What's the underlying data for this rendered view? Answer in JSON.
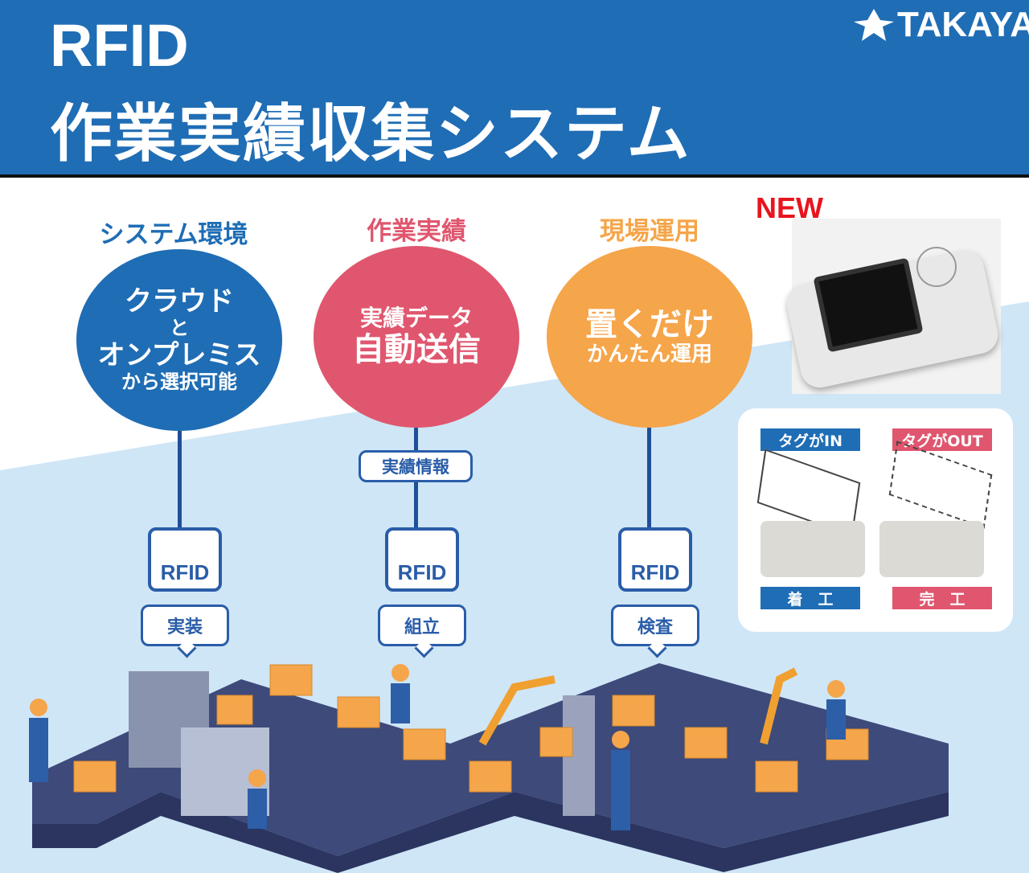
{
  "header": {
    "title_line1": "RFID",
    "title_line2": "作業実績収集システム",
    "logo": "TAKAYA"
  },
  "new_badge": "NEW",
  "columns": [
    {
      "heading": "システム環境",
      "circle_lines": [
        "クラウド",
        "と",
        "オンプレミス",
        "から選択可能"
      ],
      "station": "実装",
      "rfid": "RFID"
    },
    {
      "heading": "作業実績",
      "circle_lines": [
        "実績データ",
        "自動送信"
      ],
      "info_tag": "実績情報",
      "station": "組立",
      "rfid": "RFID"
    },
    {
      "heading": "現場運用",
      "circle_lines": [
        "置くだけ",
        "かんたん運用"
      ],
      "station": "検査",
      "rfid": "RFID"
    }
  ],
  "panel": {
    "in_label": "タグがIN",
    "out_label": "タグがOUT",
    "start_label": "着　工",
    "end_label": "完　工"
  },
  "colors": {
    "blue": "#1f6db5",
    "pink": "#e0566e",
    "orange": "#f5a54a",
    "light_blue": "#cfe6f7",
    "navy": "#3d4a7a"
  }
}
